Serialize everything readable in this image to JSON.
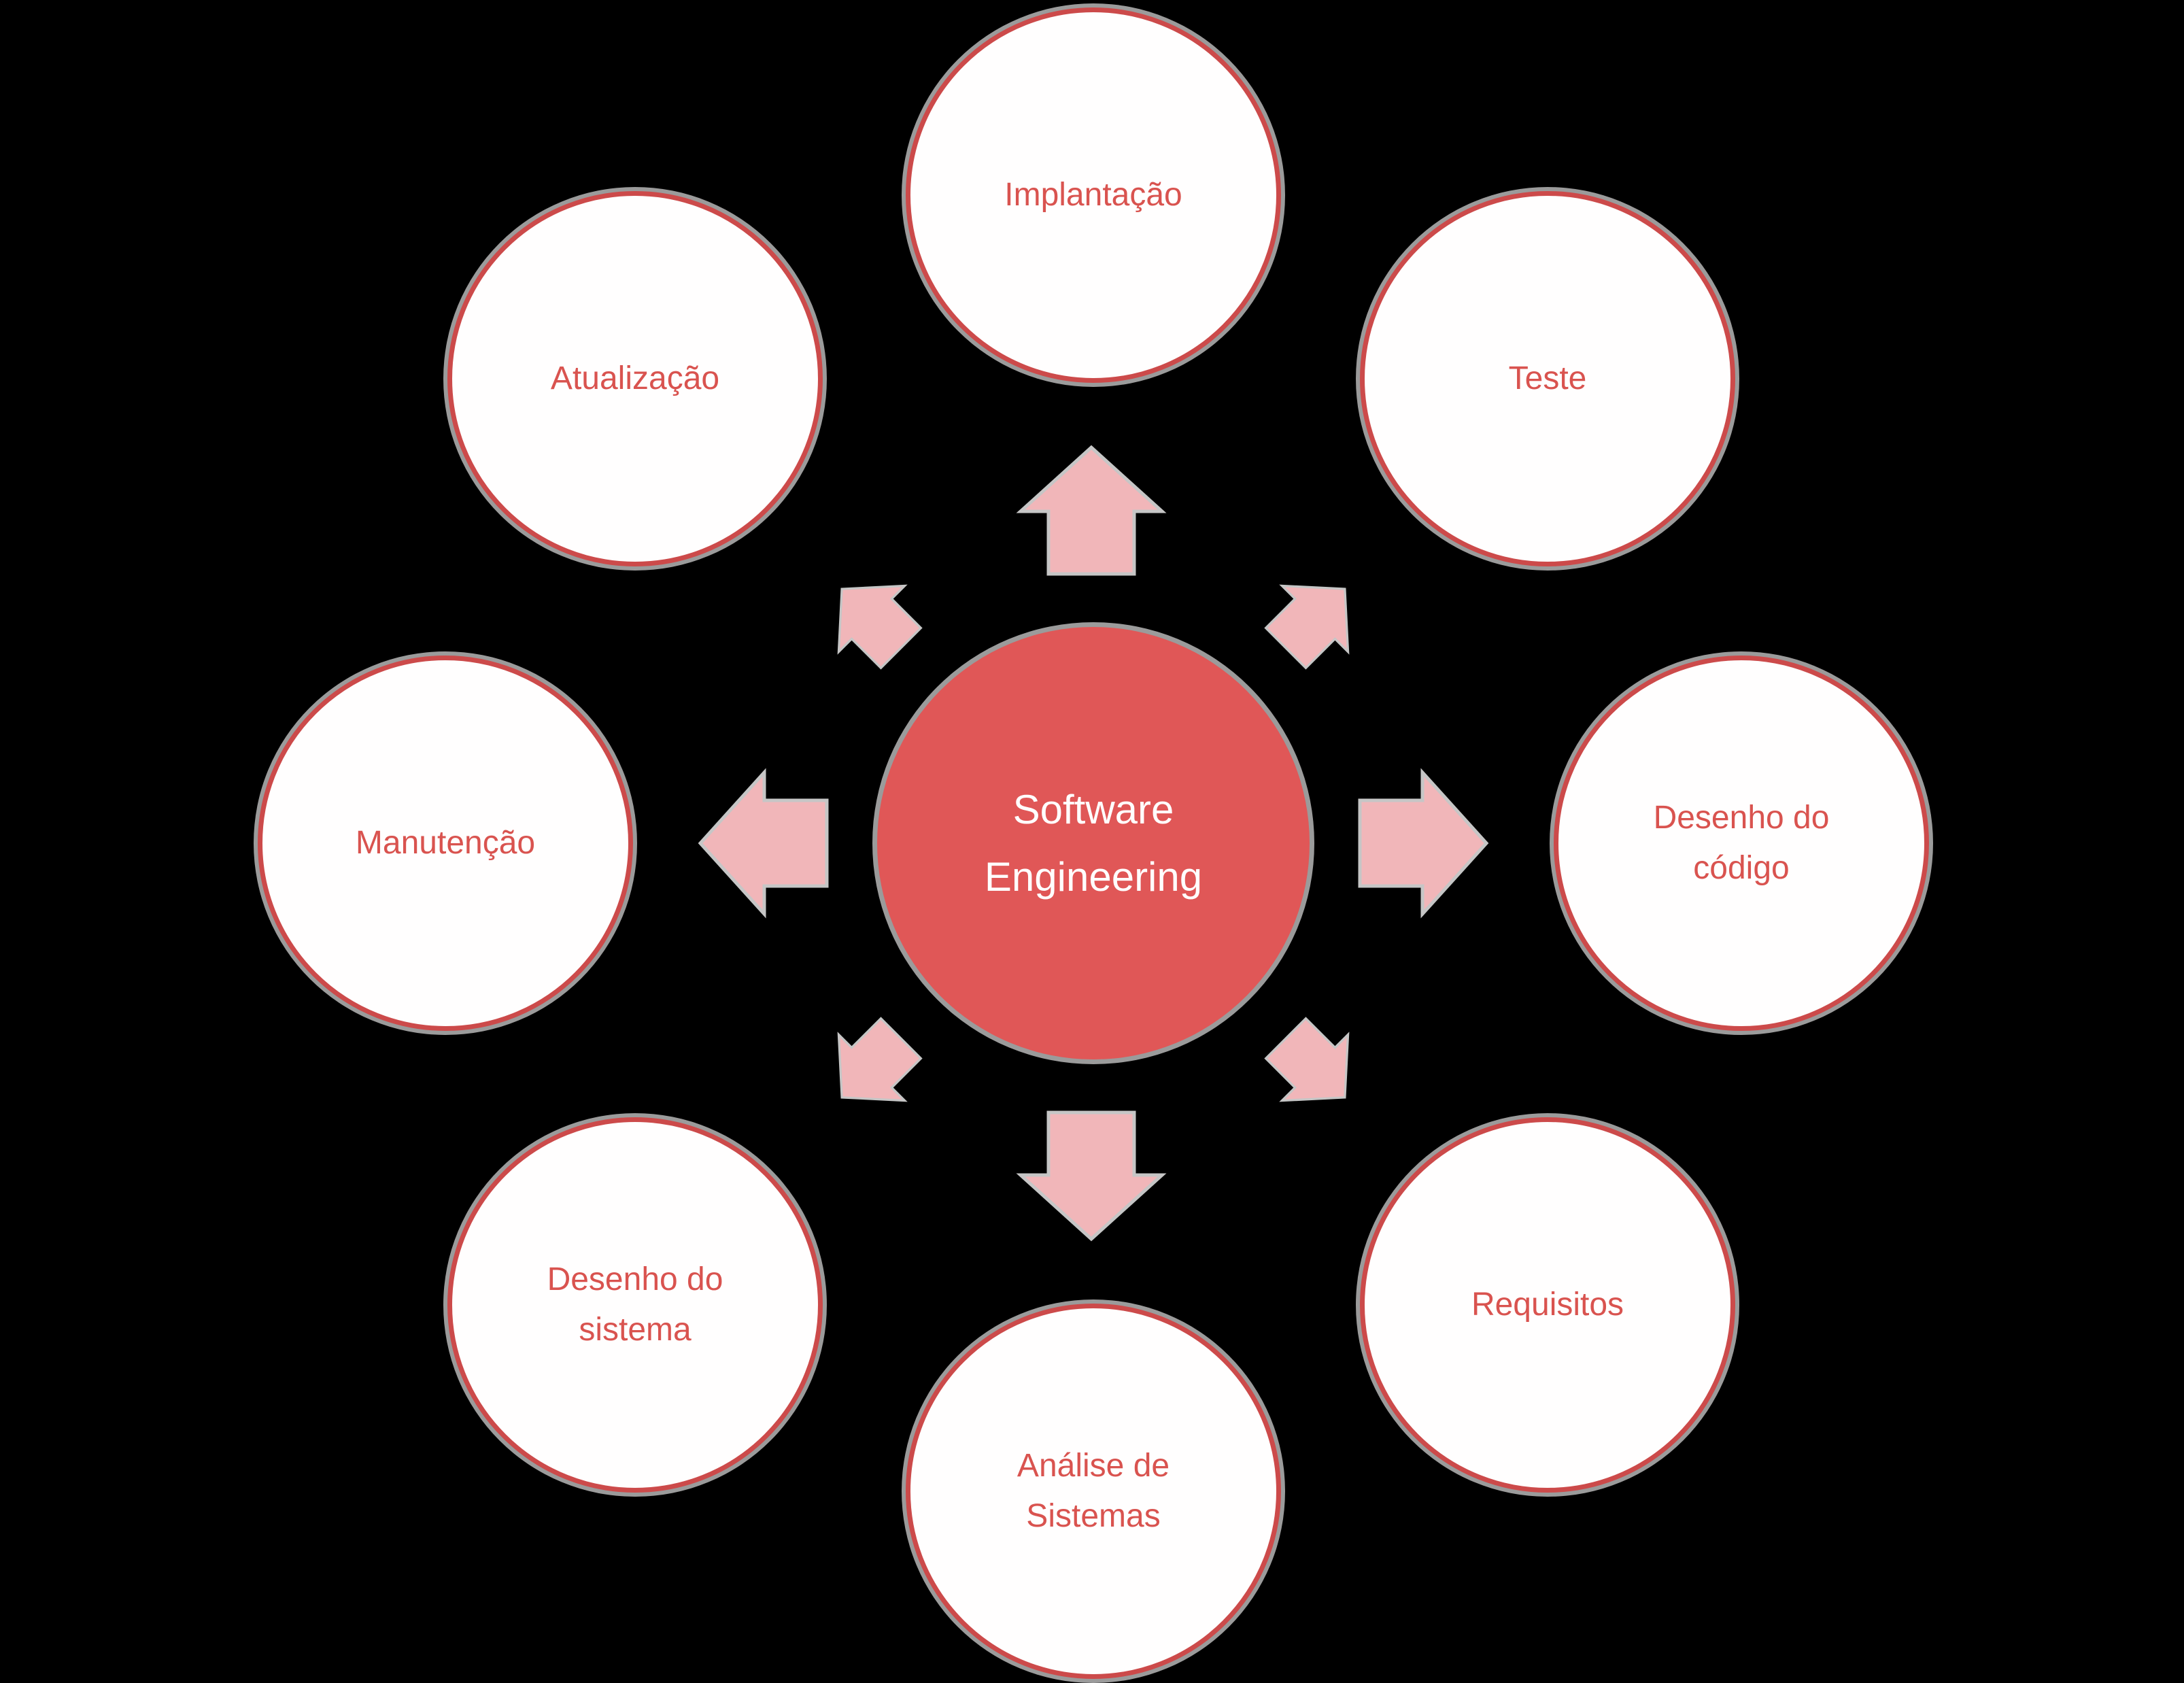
{
  "diagram": {
    "center": {
      "label": "Software\nEngineering"
    },
    "nodes": [
      {
        "id": "implantacao",
        "label": "Implantação",
        "position": "top"
      },
      {
        "id": "teste",
        "label": "Teste",
        "position": "top-right"
      },
      {
        "id": "desenho-do-codigo",
        "label": "Desenho do\ncódigo",
        "position": "right"
      },
      {
        "id": "requisitos",
        "label": "Requisitos",
        "position": "bottom-right"
      },
      {
        "id": "analise-de-sistemas",
        "label": "Análise de\nSistemas",
        "position": "bottom"
      },
      {
        "id": "desenho-do-sistema",
        "label": "Desenho do\nsistema",
        "position": "bottom-left"
      },
      {
        "id": "manutencao",
        "label": "Manutenção",
        "position": "left"
      },
      {
        "id": "atualizacao",
        "label": "Atualização",
        "position": "top-left"
      }
    ],
    "arrows": [
      "up",
      "up-right",
      "right",
      "down-right",
      "down",
      "down-left",
      "left",
      "up-left"
    ],
    "colors": {
      "background": "#000000",
      "center_fill": "#e05757",
      "center_text": "#ffffff",
      "node_fill": "#fffefe",
      "node_border": "#cc4a4a",
      "label_text": "#d9534f",
      "arrow_fill": "#f1b6b9",
      "arrow_outline": "#c6c6c6",
      "shadow_gray": "#9b9b9b"
    }
  }
}
